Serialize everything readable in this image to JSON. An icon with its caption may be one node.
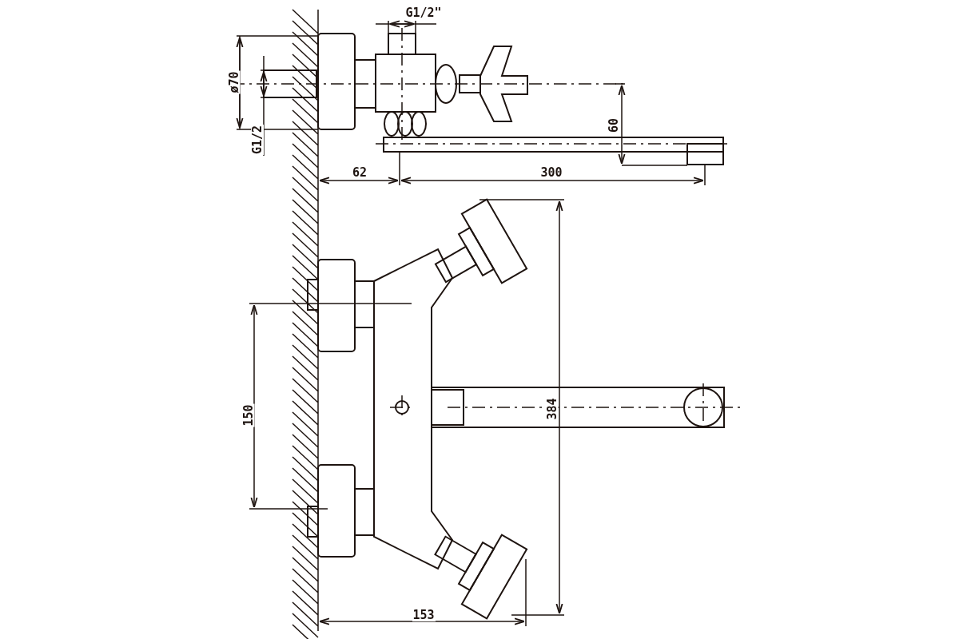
{
  "diagram": {
    "labels": [
      "G1/2\"",
      "ø70",
      "G1/2",
      "60",
      "62",
      "300",
      "150",
      "384",
      "153"
    ]
  }
}
